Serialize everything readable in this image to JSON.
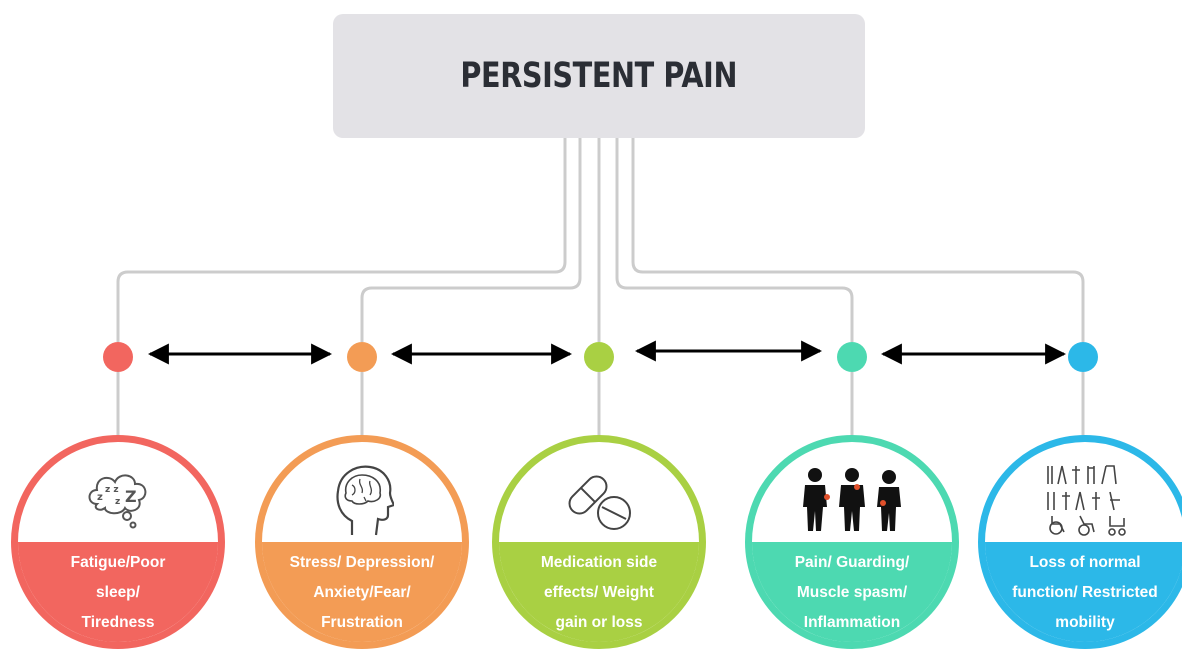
{
  "title": "PERSISTENT PAIN",
  "colors": {
    "line": "#cccccc",
    "arrow": "#000000",
    "title_bg": "#e3e2e6",
    "title_text": "#2b2e35"
  },
  "categories": [
    {
      "id": "fatigue",
      "color": "#f2665f",
      "icon": "sleep-thought-bubble-icon",
      "label_lines": [
        "Fatigue/Poor",
        "sleep/",
        "Tiredness"
      ]
    },
    {
      "id": "stress",
      "color": "#f39c55",
      "icon": "brain-head-icon",
      "label_lines": [
        "Stress/ Depression/",
        "Anxiety/Fear/",
        "Frustration"
      ]
    },
    {
      "id": "medication",
      "color": "#a9d043",
      "icon": "pills-icon",
      "label_lines": [
        "Medication side",
        "effects/ Weight",
        "gain or loss"
      ]
    },
    {
      "id": "pain",
      "color": "#4dd9b1",
      "icon": "people-in-pain-icon",
      "label_lines": [
        "Pain/ Guarding/",
        "Muscle spasm/",
        "Inflammation"
      ]
    },
    {
      "id": "mobility",
      "color": "#2cb8e8",
      "icon": "mobility-aids-icon",
      "label_lines": [
        "Loss of normal",
        "function/ Restricted",
        "mobility"
      ]
    }
  ]
}
